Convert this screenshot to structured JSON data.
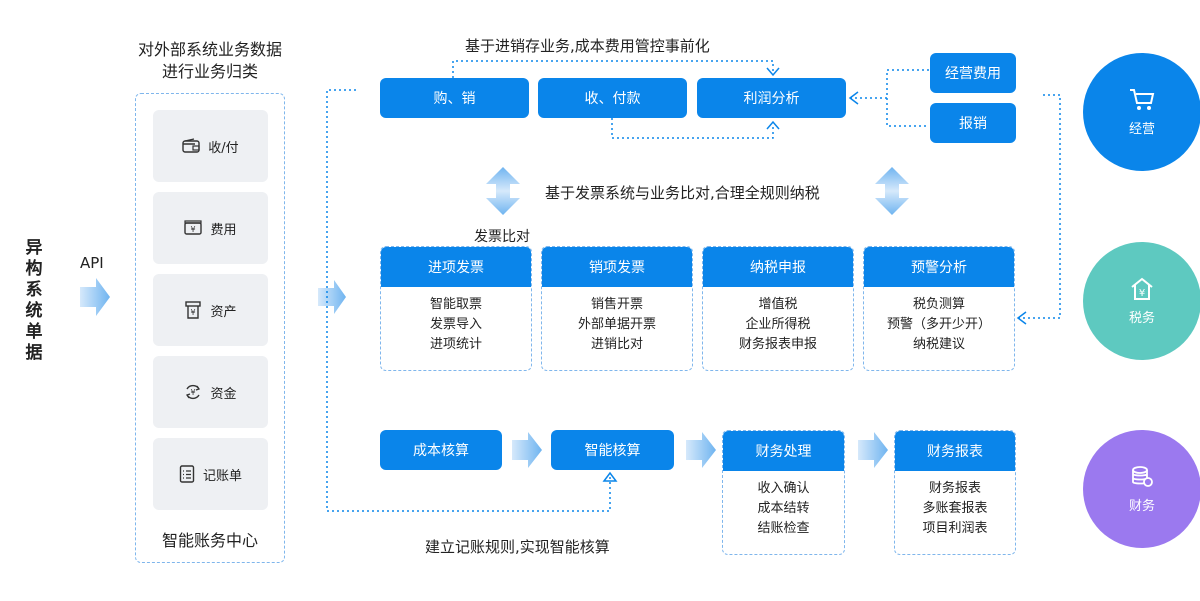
{
  "sidebar": {
    "vertical_title": "异构系统单据",
    "api_label": "API",
    "top_caption_line1": "对外部系统业务数据",
    "top_caption_line2": "进行业务归类",
    "items": [
      {
        "label": "收/付",
        "icon": "wallet-icon"
      },
      {
        "label": "费用",
        "icon": "expense-icon"
      },
      {
        "label": "资产",
        "icon": "asset-icon"
      },
      {
        "label": "资金",
        "icon": "fund-icon"
      },
      {
        "label": "记账单",
        "icon": "ledger-icon"
      }
    ],
    "footer": "智能账务中心"
  },
  "top_section": {
    "caption": "基于进销存业务,成本费用管控事前化",
    "buttons": [
      "购、销",
      "收、付款",
      "利润分析"
    ],
    "right_buttons": [
      "经营费用",
      "报销"
    ]
  },
  "middle_section": {
    "caption": "基于发票系统与业务比对,合理全规则纳税",
    "sub_caption": "发票比对",
    "cards": [
      {
        "title": "进项发票",
        "items": [
          "智能取票",
          "发票导入",
          "进项统计"
        ]
      },
      {
        "title": "销项发票",
        "items": [
          "销售开票",
          "外部单据开票",
          "进销比对"
        ]
      },
      {
        "title": "纳税申报",
        "items": [
          "增值税",
          "企业所得税",
          "财务报表申报"
        ]
      },
      {
        "title": "预警分析",
        "items": [
          "税负测算",
          "预警（多开少开）",
          "纳税建议"
        ]
      }
    ]
  },
  "bottom_section": {
    "caption": "建立记账规则,实现智能核算",
    "steps": [
      {
        "title": "成本核算",
        "items": []
      },
      {
        "title": "智能核算",
        "items": []
      },
      {
        "title": "财务处理",
        "items": [
          "收入确认",
          "成本结转",
          "结账检查"
        ]
      },
      {
        "title": "财务报表",
        "items": [
          "财务报表",
          "多账套报表",
          "项目利润表"
        ]
      }
    ]
  },
  "circles": [
    {
      "label": "经营",
      "icon": "cart-icon",
      "color": "#0a85ea"
    },
    {
      "label": "税务",
      "icon": "tax-house-icon",
      "color": "#5ec9c0"
    },
    {
      "label": "财务",
      "icon": "coins-icon",
      "color": "#9b79ef"
    }
  ],
  "colors": {
    "primary": "#0a85ea",
    "dashed": "#7fb6ec",
    "arrow_light": "#bcdcf7",
    "card_bg": "#eef0f3"
  }
}
